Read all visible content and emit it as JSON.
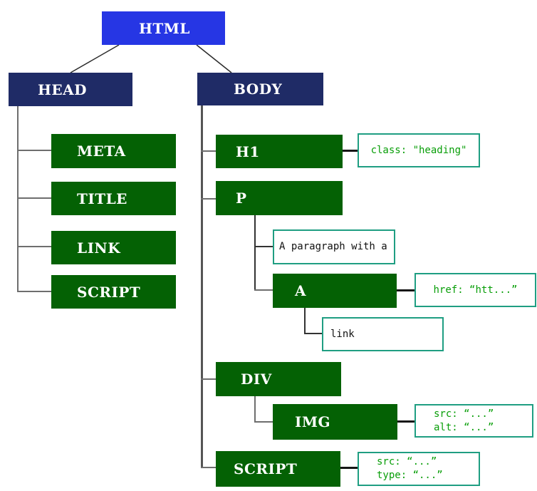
{
  "palette": {
    "root_fill": "#2636e4",
    "section_fill": "#1f2b66",
    "element_fill": "#046104",
    "annotation_border": "#1f9e82",
    "annotation_text": "#089e08",
    "text_node_text": "#111111",
    "tree_line": "#6e6e6e",
    "annotation_line": "#161616",
    "node_text": "#ffffff"
  },
  "nodes": {
    "html": "HTML",
    "head": "HEAD",
    "body": "BODY",
    "meta": "META",
    "title": "TITLE",
    "link": "LINK",
    "script_head": "SCRIPT",
    "h1": "H1",
    "p": "P",
    "a": "A",
    "div": "DIV",
    "img": "IMG",
    "script_body": "SCRIPT"
  },
  "text_nodes": {
    "paragraph": "A paragraph with a",
    "link_text": "link"
  },
  "annotations": {
    "h1_class": {
      "lines": [
        "class: \"heading\""
      ]
    },
    "a_href": {
      "lines": [
        "href: “htt...”"
      ]
    },
    "img_attrs": {
      "lines": [
        "src: “...”",
        "alt: “...”"
      ]
    },
    "script_attrs": {
      "lines": [
        "src: “...”",
        "type: “...”"
      ]
    }
  }
}
